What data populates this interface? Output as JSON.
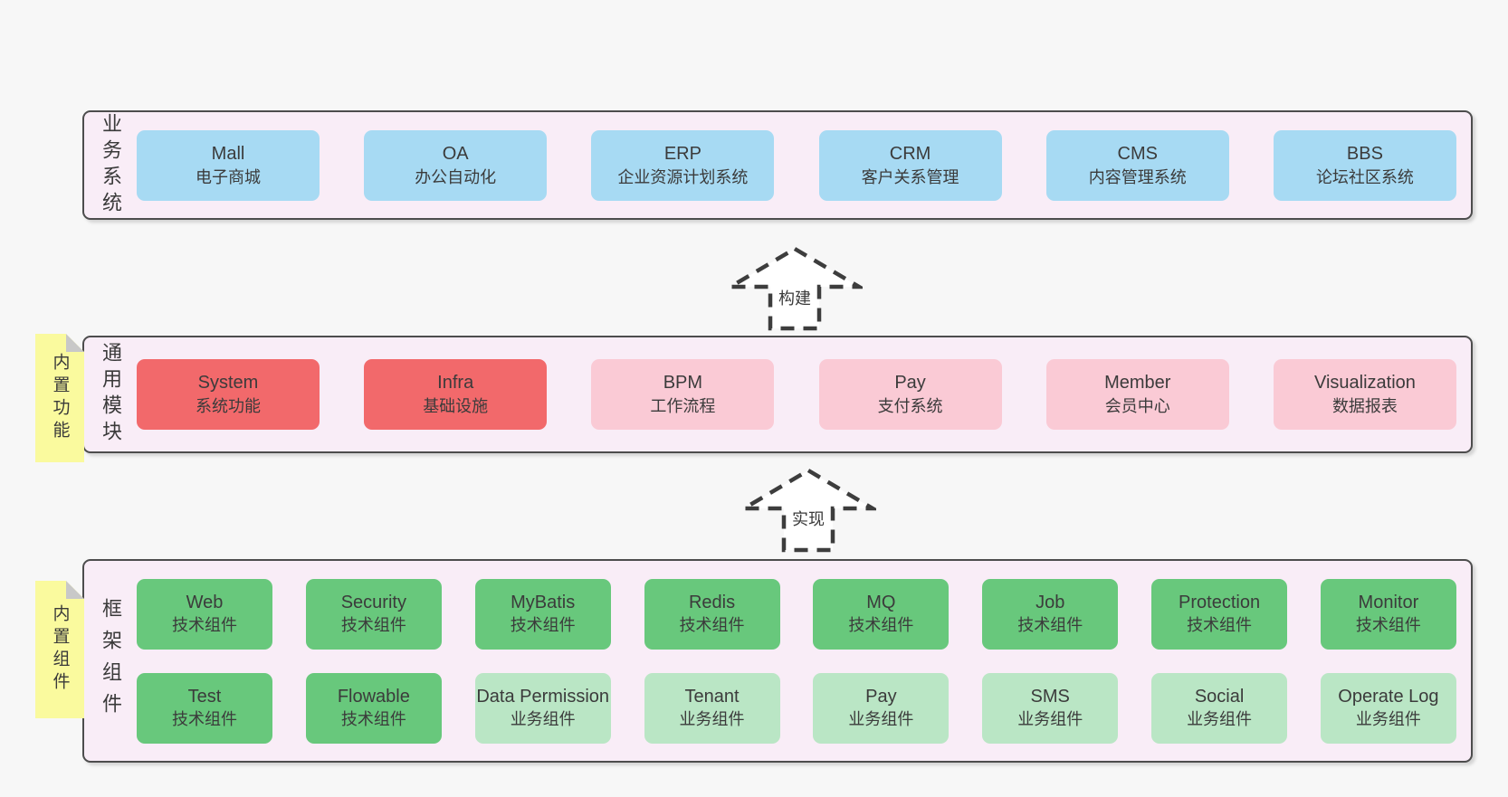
{
  "colors": {
    "page_bg": "#f7f7f7",
    "layer_bg": "#f9edf7",
    "layer_border": "#4d4d4d",
    "system_blue": "#a7daf3",
    "module_red": "#f2696b",
    "module_pink": "#facad5",
    "tech_green": "#68c87c",
    "biz_light_green": "#bae6c5",
    "sticky_yellow": "#fafa9e",
    "text": "#3b3b3b"
  },
  "arrows": [
    {
      "label": "构建"
    },
    {
      "label": "实现"
    }
  ],
  "layers": {
    "business": {
      "side_label": "业务系统",
      "boxes": [
        {
          "name": "Mall",
          "desc": "电子商城"
        },
        {
          "name": "OA",
          "desc": "办公自动化"
        },
        {
          "name": "ERP",
          "desc": "企业资源计划系统"
        },
        {
          "name": "CRM",
          "desc": "客户关系管理"
        },
        {
          "name": "CMS",
          "desc": "内容管理系统"
        },
        {
          "name": "BBS",
          "desc": "论坛社区系统"
        }
      ]
    },
    "modules": {
      "side_label": "通用模块",
      "sticky_tag": "内置功能",
      "boxes": [
        {
          "name": "System",
          "desc": "系统功能",
          "variant": "red"
        },
        {
          "name": "Infra",
          "desc": "基础设施",
          "variant": "red"
        },
        {
          "name": "BPM",
          "desc": "工作流程",
          "variant": "pink"
        },
        {
          "name": "Pay",
          "desc": "支付系统",
          "variant": "pink"
        },
        {
          "name": "Member",
          "desc": "会员中心",
          "variant": "pink"
        },
        {
          "name": "Visualization",
          "desc": "数据报表",
          "variant": "pink"
        }
      ]
    },
    "components": {
      "side_label": "框架组件",
      "sticky_tag": "内置组件",
      "rows": [
        [
          {
            "name": "Web",
            "desc": "技术组件",
            "variant": "green"
          },
          {
            "name": "Security",
            "desc": "技术组件",
            "variant": "green"
          },
          {
            "name": "MyBatis",
            "desc": "技术组件",
            "variant": "green"
          },
          {
            "name": "Redis",
            "desc": "技术组件",
            "variant": "green"
          },
          {
            "name": "MQ",
            "desc": "技术组件",
            "variant": "green"
          },
          {
            "name": "Job",
            "desc": "技术组件",
            "variant": "green"
          },
          {
            "name": "Protection",
            "desc": "技术组件",
            "variant": "green"
          },
          {
            "name": "Monitor",
            "desc": "技术组件",
            "variant": "green"
          }
        ],
        [
          {
            "name": "Test",
            "desc": "技术组件",
            "variant": "green"
          },
          {
            "name": "Flowable",
            "desc": "技术组件",
            "variant": "green"
          },
          {
            "name": "Data Permission",
            "desc": "业务组件",
            "variant": "lgreen"
          },
          {
            "name": "Tenant",
            "desc": "业务组件",
            "variant": "lgreen"
          },
          {
            "name": "Pay",
            "desc": "业务组件",
            "variant": "lgreen"
          },
          {
            "name": "SMS",
            "desc": "业务组件",
            "variant": "lgreen"
          },
          {
            "name": "Social",
            "desc": "业务组件",
            "variant": "lgreen"
          },
          {
            "name": "Operate Log",
            "desc": "业务组件",
            "variant": "lgreen"
          }
        ]
      ]
    }
  }
}
